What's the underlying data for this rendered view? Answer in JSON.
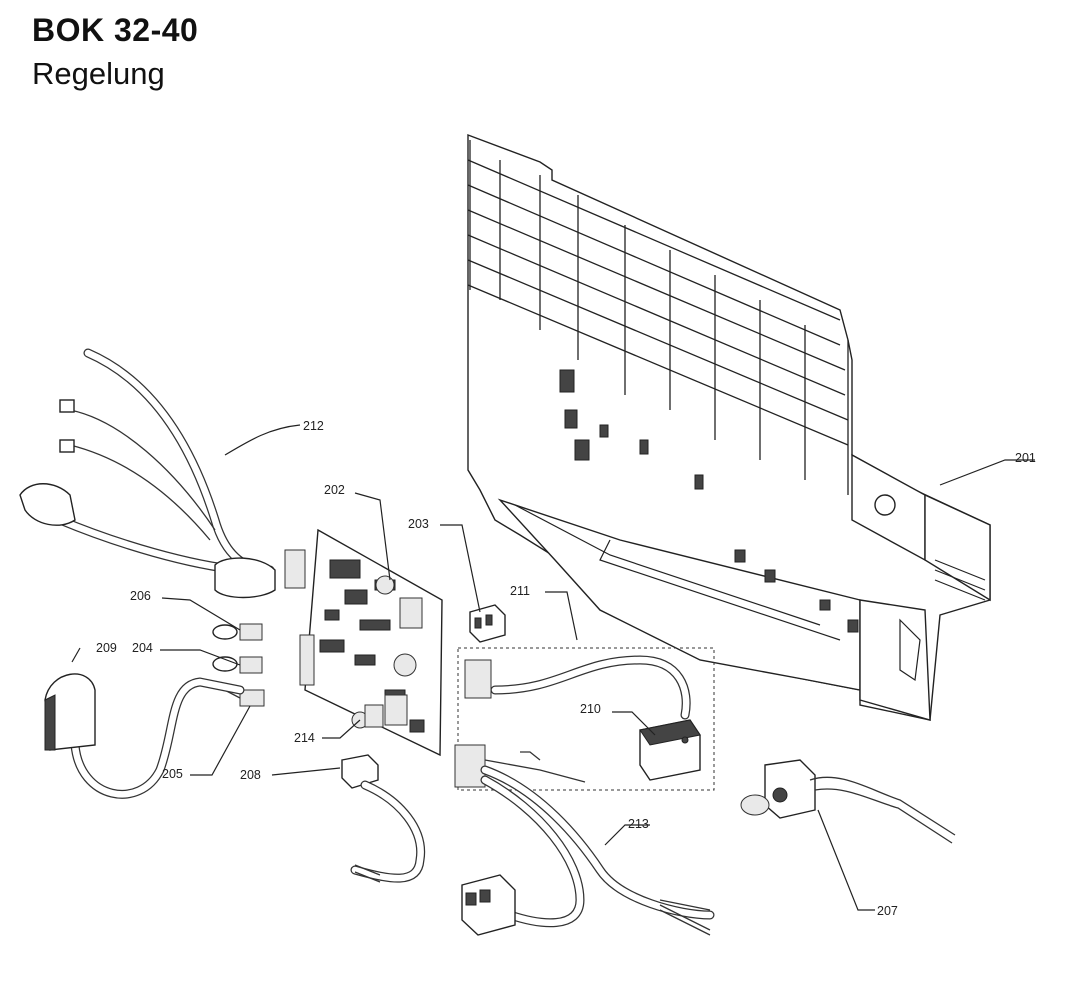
{
  "header": {
    "title": "BOK 32-40",
    "subtitle": "Regelung"
  },
  "parts": [
    {
      "id": "201",
      "label": "201"
    },
    {
      "id": "202",
      "label": "202"
    },
    {
      "id": "203",
      "label": "203"
    },
    {
      "id": "204",
      "label": "204"
    },
    {
      "id": "205",
      "label": "205"
    },
    {
      "id": "206",
      "label": "206"
    },
    {
      "id": "207",
      "label": "207"
    },
    {
      "id": "208",
      "label": "208"
    },
    {
      "id": "209",
      "label": "209"
    },
    {
      "id": "210",
      "label": "210"
    },
    {
      "id": "211",
      "label": "211"
    },
    {
      "id": "212",
      "label": "212"
    },
    {
      "id": "213",
      "label": "213"
    },
    {
      "id": "214",
      "label": "214"
    }
  ]
}
